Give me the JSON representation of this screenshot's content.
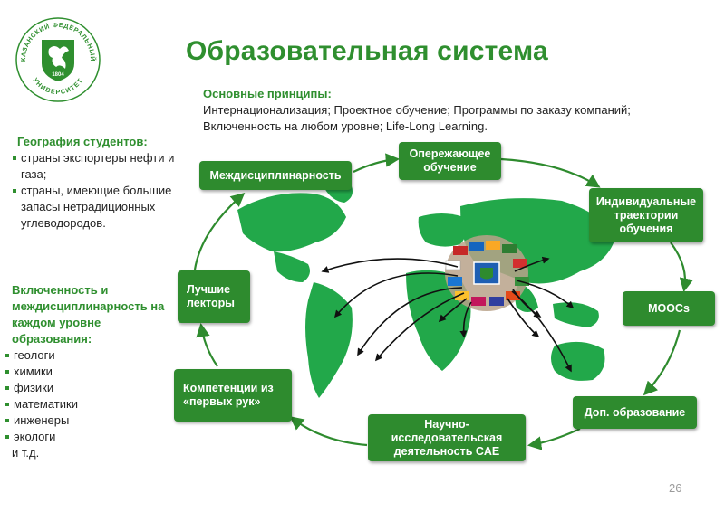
{
  "logo": {
    "top_text": "КАЗАНСКИЙ ФЕДЕРАЛЬНЫЙ",
    "bottom_text": "УНИВЕРСИТЕТ",
    "year": "1804"
  },
  "title": "Образовательная система",
  "principles": {
    "heading": "Основные принципы:",
    "text": "Интернационализация; Проектное обучение; Программы по заказу компаний; Включенность на любом уровне; Life-Long Learning."
  },
  "geography": {
    "heading": "География студентов:",
    "items": [
      "страны экспортеры нефти и газа;",
      "страны, имеющие большие запасы нетрадиционных углеводородов."
    ]
  },
  "inclusion": {
    "heading": "Включенность и междисциплинарность на каждом уровне образования:",
    "items": [
      "геологи",
      "химики",
      "физики",
      "математики",
      "инженеры",
      "экологи"
    ],
    "etc": "и т.д."
  },
  "cycle": {
    "interdisciplinarity": "Междисциплинарность",
    "advanced_learning": "Опережающее обучение",
    "individual_paths": "Индивидуальные траектории обучения",
    "moocs": "MOOCs",
    "extra_education": "Доп. образование",
    "research": "Научно-исследовательская деятельность CAE",
    "first_hand": "Компетенции из «первых рук»",
    "best_lecturers": "Лучшие лекторы"
  },
  "colors": {
    "brand_green": "#2f8f2f",
    "box_green": "#2e8b2e",
    "map_green": "#22a84a"
  },
  "page_number": "26"
}
